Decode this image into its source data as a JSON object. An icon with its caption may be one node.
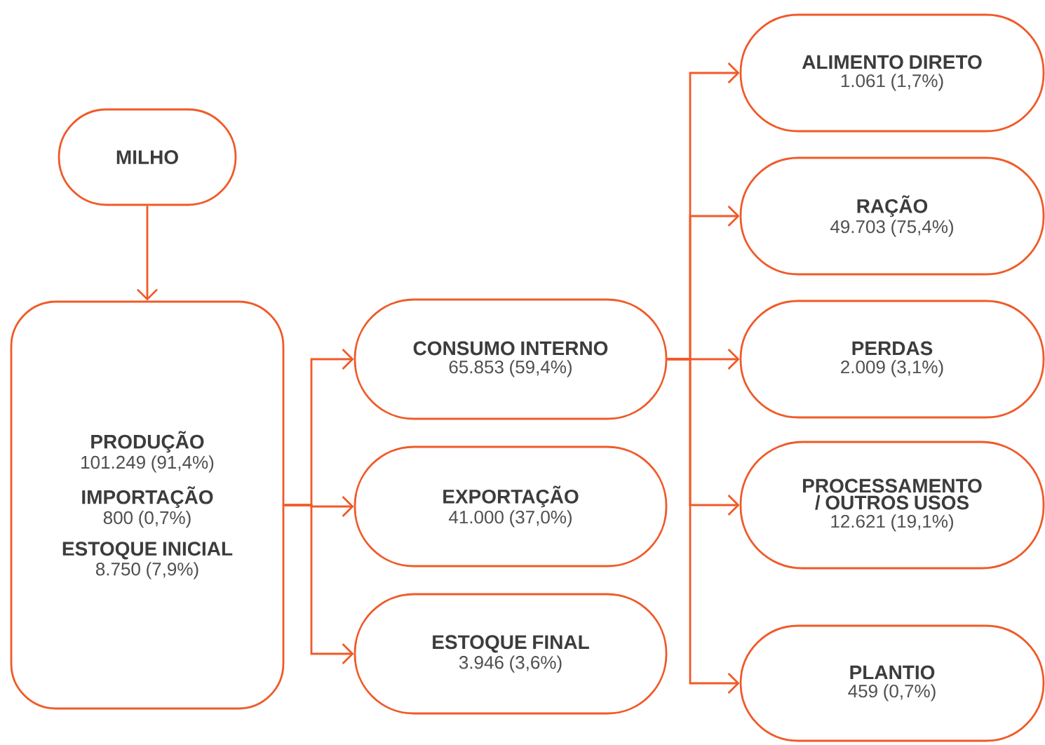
{
  "diagram": {
    "nodes": [
      {
        "text": [
          "MILHO"
        ]
      },
      {
        "text": [
          "PRODUÇÃO",
          "101.249 (91,4%)",
          "IMPORTAÇÃO",
          "800 (0,7%)",
          "ESTOQUE INICIAL",
          "8.750 (7,9%)"
        ]
      },
      {
        "text": [
          "CONSUMO INTERNO",
          "65.853 (59,4%)"
        ]
      },
      {
        "text": [
          "EXPORTAÇÃO",
          "41.000 (37,0%)"
        ]
      },
      {
        "text": [
          "ESTOQUE FINAL",
          "3.946 (3,6%)"
        ]
      },
      {
        "text": [
          "ALIMENTO DIRETO",
          "1.061 (1,7%)"
        ]
      },
      {
        "text": [
          "RAÇÃO",
          "49.703 (75,4%)"
        ]
      },
      {
        "text": [
          "PERDAS",
          "2.009 (3,1%)"
        ]
      },
      {
        "text": [
          "PROCESSAMENTO / OUTROS USOS",
          "12.621 (19,1%)"
        ]
      },
      {
        "text": [
          "PLANTIO",
          "459 (0,7%)"
        ]
      }
    ],
    "edges": [
      {
        "from": 0,
        "to": 1,
        "arrow": "to"
      },
      {
        "from": 1,
        "to": 2,
        "arrow": "to"
      },
      {
        "from": 1,
        "to": 3,
        "arrow": "to"
      },
      {
        "from": 1,
        "to": 4,
        "arrow": "to"
      },
      {
        "from": 2,
        "to": 5,
        "arrow": "to"
      },
      {
        "from": 2,
        "to": 6,
        "arrow": "to"
      },
      {
        "from": 2,
        "to": 7,
        "arrow": "to"
      },
      {
        "from": 2,
        "to": 8,
        "arrow": "to"
      },
      {
        "from": 2,
        "to": 9,
        "arrow": "to"
      }
    ]
  }
}
